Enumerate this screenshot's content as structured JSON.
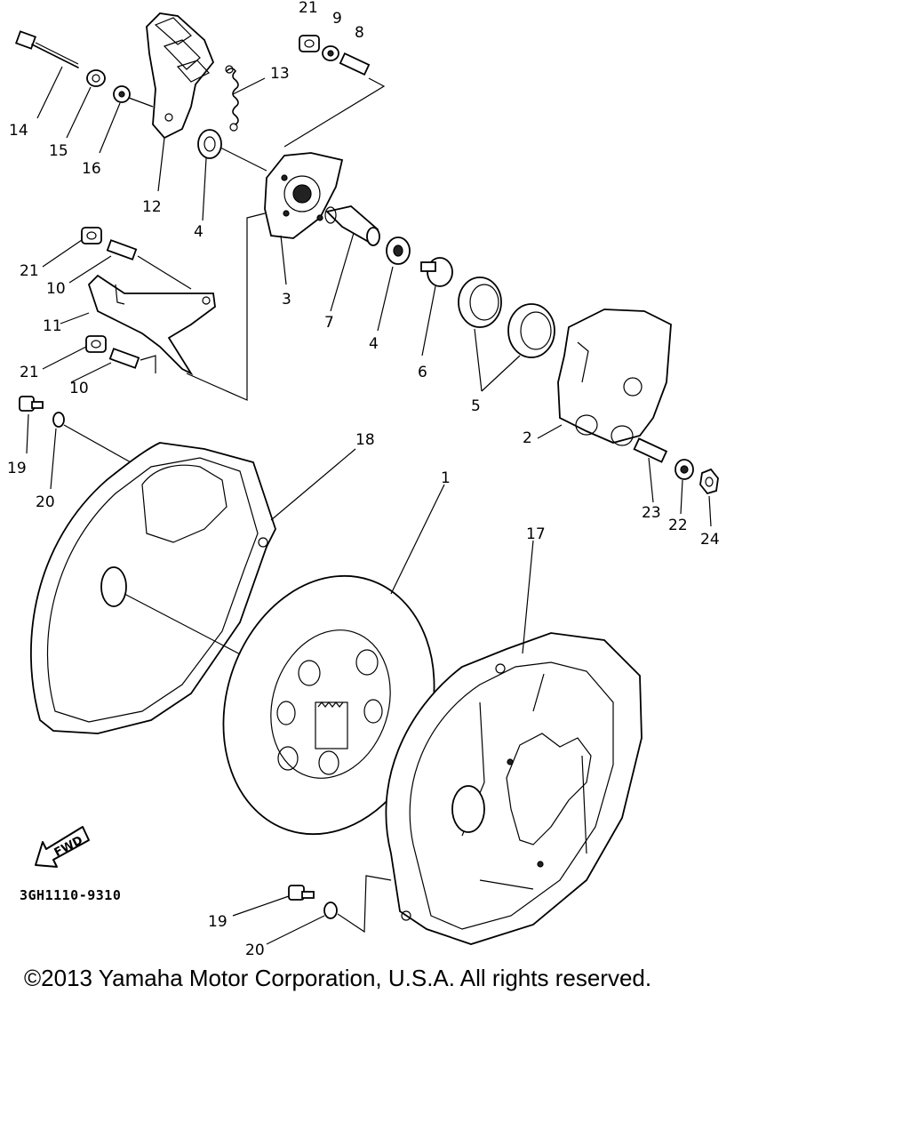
{
  "diagram": {
    "callouts": [
      {
        "id": "c-21a",
        "label": "21"
      },
      {
        "id": "c-9",
        "label": "9"
      },
      {
        "id": "c-8",
        "label": "8"
      },
      {
        "id": "c-13",
        "label": "13"
      },
      {
        "id": "c-14",
        "label": "14"
      },
      {
        "id": "c-15",
        "label": "15"
      },
      {
        "id": "c-16",
        "label": "16"
      },
      {
        "id": "c-12",
        "label": "12"
      },
      {
        "id": "c-4a",
        "label": "4"
      },
      {
        "id": "c-3",
        "label": "3"
      },
      {
        "id": "c-7",
        "label": "7"
      },
      {
        "id": "c-4b",
        "label": "4"
      },
      {
        "id": "c-6",
        "label": "6"
      },
      {
        "id": "c-5",
        "label": "5"
      },
      {
        "id": "c-2",
        "label": "2"
      },
      {
        "id": "c-21b",
        "label": "21"
      },
      {
        "id": "c-10a",
        "label": "10"
      },
      {
        "id": "c-11",
        "label": "11"
      },
      {
        "id": "c-21c",
        "label": "21"
      },
      {
        "id": "c-10b",
        "label": "10"
      },
      {
        "id": "c-19a",
        "label": "19"
      },
      {
        "id": "c-20a",
        "label": "20"
      },
      {
        "id": "c-18",
        "label": "18"
      },
      {
        "id": "c-1",
        "label": "1"
      },
      {
        "id": "c-17",
        "label": "17"
      },
      {
        "id": "c-23",
        "label": "23"
      },
      {
        "id": "c-22",
        "label": "22"
      },
      {
        "id": "c-24",
        "label": "24"
      },
      {
        "id": "c-19b",
        "label": "19"
      },
      {
        "id": "c-20b",
        "label": "20"
      }
    ],
    "fwd_label": "FWD",
    "diagram_code": "3GH1110-9310"
  },
  "footer": {
    "copyright": "©2013 Yamaha Motor Corporation, U.S.A. All rights reserved."
  }
}
